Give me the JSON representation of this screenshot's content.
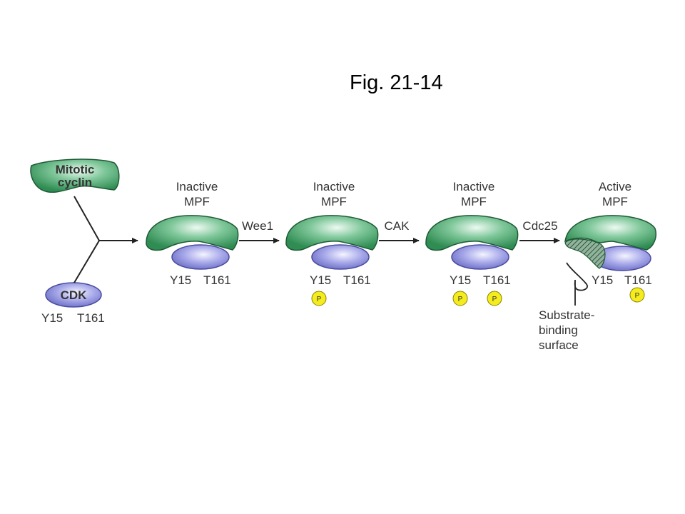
{
  "figure": {
    "title": "Fig. 21-14"
  },
  "colors": {
    "cyclin": "#3a9a5e",
    "cyclin_light": "#e6f6ec",
    "cdk": "#7e7fd0",
    "cdk_light": "#eef0ff",
    "phosphate": "#f4ec1d",
    "arrow": "#222222"
  },
  "reactants": {
    "cyclin_label_1": "Mitotic",
    "cyclin_label_2": "cyclin",
    "cdk_label": "CDK",
    "site_y15": "Y15",
    "site_t161": "T161"
  },
  "stages": [
    {
      "state": "Inactive",
      "name": "MPF",
      "y15": "Y15",
      "t161": "T161"
    },
    {
      "state": "Inactive",
      "name": "MPF",
      "y15": "Y15",
      "t161": "T161",
      "p_y15": "P"
    },
    {
      "state": "Inactive",
      "name": "MPF",
      "y15": "Y15",
      "t161": "T161",
      "p_y15": "P",
      "p_t161": "P"
    },
    {
      "state": "Active",
      "name": "MPF",
      "y15": "Y15",
      "t161": "T161",
      "p_t161": "P"
    }
  ],
  "enzymes": {
    "wee1": "Wee1",
    "cak": "CAK",
    "cdc25": "Cdc25"
  },
  "substrate_surface": {
    "line1": "Substrate-",
    "line2": "binding",
    "line3": "surface"
  }
}
